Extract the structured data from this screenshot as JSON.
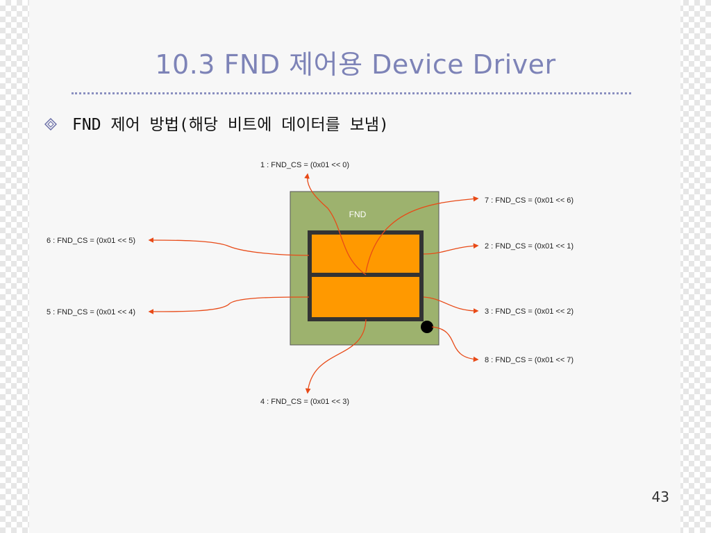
{
  "slide": {
    "title": "10.3 FND 제어용 Device Driver",
    "bullet": "FND 제어 방법(해당 비트에 데이터를 보냄)",
    "page_number": "43"
  },
  "diagram": {
    "fnd_label": "FND",
    "colors": {
      "board": "#9db26e",
      "segment": "#ff9900",
      "segment_border": "#333333",
      "arrow": "#e84a17",
      "dot": "#000000"
    },
    "segments": [
      {
        "id": 1,
        "label": "1 : FND_CS = (0x01 << 0)"
      },
      {
        "id": 2,
        "label": "2 : FND_CS = (0x01 << 1)"
      },
      {
        "id": 3,
        "label": "3 : FND_CS = (0x01 << 2)"
      },
      {
        "id": 4,
        "label": "4 : FND_CS = (0x01 << 3)"
      },
      {
        "id": 5,
        "label": "5 : FND_CS = (0x01 << 4)"
      },
      {
        "id": 6,
        "label": "6 : FND_CS = (0x01 << 5)"
      },
      {
        "id": 7,
        "label": "7 : FND_CS = (0x01 << 6)"
      },
      {
        "id": 8,
        "label": "8 : FND_CS = (0x01 << 7)"
      }
    ]
  }
}
